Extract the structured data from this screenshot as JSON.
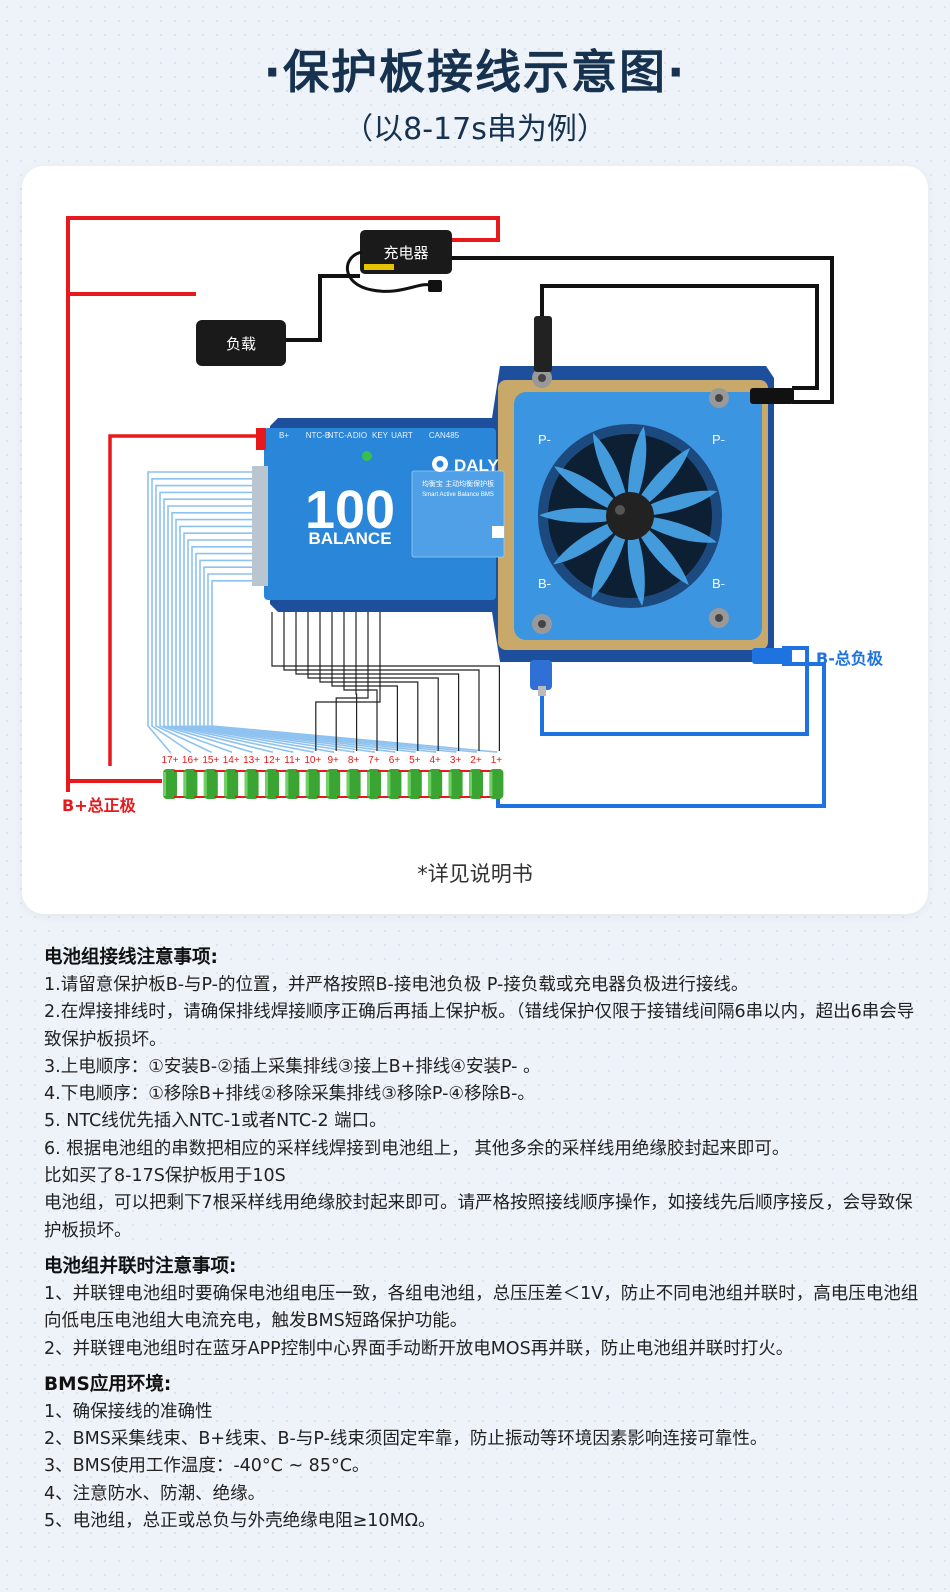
{
  "header": {
    "title": "·保护板接线示意图·",
    "subtitle": "（以8-17s串为例）"
  },
  "diagram": {
    "charger_label": "充电器",
    "load_label": "负载",
    "bplus_label": "B+总正极",
    "bminus_label": "B-总负极",
    "p_minus_label": "P-",
    "b_minus_label": "B-",
    "brand": "DALY",
    "board_big": "100",
    "board_sub": "BALANCE",
    "product_name": "均衡宝 主动均衡保护板",
    "product_name_en": "Smart Active Balance BMS",
    "ports": [
      "CAN485",
      "UART",
      "KEY",
      "DIO",
      "NTC-A",
      "NTC-B",
      "B+"
    ],
    "cells": [
      "17+",
      "16+",
      "15+",
      "14+",
      "13+",
      "12+",
      "11+",
      "10+",
      "9+",
      "8+",
      "7+",
      "6+",
      "5+",
      "4+",
      "3+",
      "2+",
      "1+"
    ],
    "footnote": "*详见说明书"
  },
  "notes": [
    {
      "title": "电池组接线注意事项:",
      "lines": [
        "1.请留意保护板B-与P-的位置，并严格按照B-接电池负极 P-接负载或充电器负极进行接线。",
        "2.在焊接排线时，请确保排线焊接顺序正确后再插上保护板。（错线保护仅限于接错线间隔6串以内，超出6串会导致保护板损坏。",
        "3.上电顺序：①安装B-②插上采集排线③接上B+排线④安装P- 。",
        "4.下电顺序：①移除B+排线②移除采集排线③移除P-④移除B-。",
        "5. NTC线优先插入NTC-1或者NTC-2 端口。",
        "6. 根据电池组的串数把相应的采样线焊接到电池组上， 其他多余的采样线用绝缘胶封起来即可。",
        "比如买了8-17S保护板用于10S",
        "电池组，可以把剩下7根采样线用绝缘胶封起来即可。请严格按照接线顺序操作，如接线先后顺序接反，会导致保护板损坏。"
      ]
    },
    {
      "title": "电池组并联时注意事项:",
      "lines": [
        "1、并联锂电池组时要确保电池组电压一致，各组电池组，总压压差＜1V，防止不同电池组并联时，高电压电池组向低电压电池组大电流充电，触发BMS短路保护功能。",
        "2、并联锂电池组时在蓝牙APP控制中心界面手动断开放电MOS再并联，防止电池组并联时打火。"
      ]
    },
    {
      "title": "BMS应用环境:",
      "lines": [
        "1、确保接线的准确性",
        "2、BMS采集线束、B+线束、B-与P-线束须固定牢靠，防止振动等环境因素影响连接可靠性。",
        "3、BMS使用工作温度：-40°C ~ 85°C。",
        "4、注意防水、防潮、绝缘。",
        "5、电池组，总正或总负与外壳绝缘电阻≥10MΩ。"
      ]
    }
  ],
  "colors": {
    "title": "#16324f",
    "red_wire": "#e8191c",
    "blue_wire": "#1f73e0",
    "board": "#2a86d8",
    "cell_green": "#3aa532"
  }
}
